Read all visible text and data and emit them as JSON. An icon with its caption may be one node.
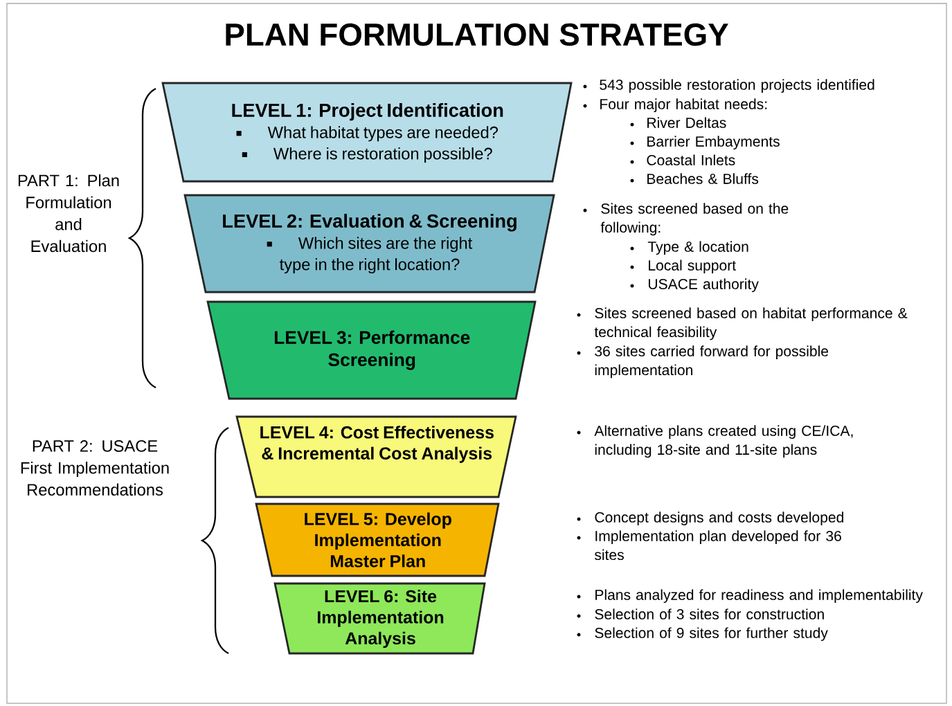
{
  "diagram": {
    "title": "PLAN FORMULATION STRATEGY",
    "nodes": [
      {
        "text": [
          "LEVEL 1: Project Identification",
          "What habitat types are needed?",
          "Where is restoration possible?"
        ]
      },
      {
        "text": [
          "LEVEL 2: Evaluation & Screening",
          "Which sites are the right type in the right location?"
        ]
      },
      {
        "text": [
          "LEVEL 3: Performance Screening"
        ]
      },
      {
        "text": [
          "LEVEL 4: Cost Effectiveness & Incremental Cost Analysis"
        ]
      },
      {
        "text": [
          "LEVEL 5: Develop Implementation Master Plan"
        ]
      },
      {
        "text": [
          "LEVEL 6: Site Implementation Analysis"
        ]
      }
    ],
    "labels": [
      "543 possible restoration projects identified",
      "Four major habitat needs:",
      "River Deltas",
      "Barrier Embayments",
      "Coastal Inlets",
      "Beaches & Bluffs",
      "PART 1: Plan Formulation and Evaluation",
      "Sites screened based on the following:",
      "Type & location",
      "Local support",
      "USACE authority",
      "Sites screened based on habitat performance & technical feasibility",
      "36 sites carried forward for possible implementation",
      "PART 2: USACE First Implementation Recommendations",
      "Alternative plans created using CE/ICA, including 18-site and 11-site plans",
      "Concept designs and costs developed",
      "Implementation plan developed for 36 sites",
      "Plans analyzed for readiness and implementability",
      "Selection of 3 sites for construction",
      "Selection of 9 sites for further study"
    ]
  }
}
